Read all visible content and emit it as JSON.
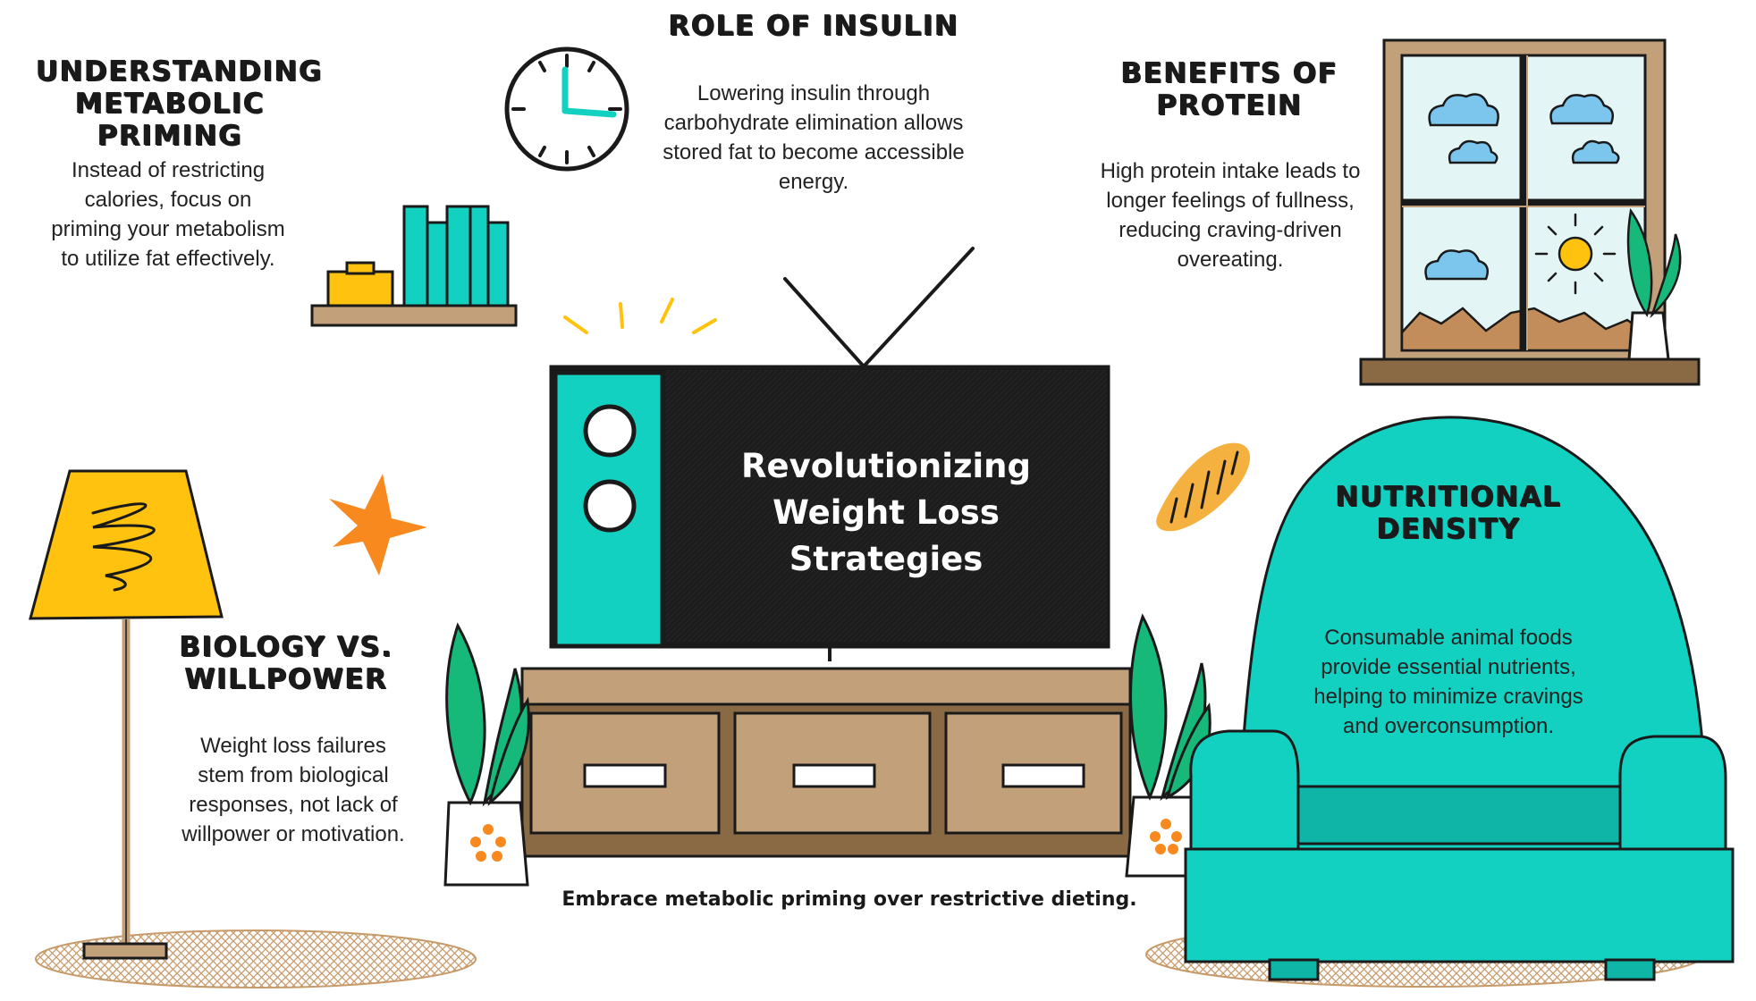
{
  "title": "Revolutionizing Weight Loss Strategies",
  "tagline": "Embrace metabolic priming over restrictive dieting.",
  "sections": {
    "metabolic_priming": {
      "heading": "UNDERSTANDING METABOLIC PRIMING",
      "body": "Instead of restricting calories, focus on priming your metabolism to utilize fat effectively."
    },
    "insulin": {
      "heading": "ROLE OF INSULIN",
      "body": "Lowering insulin through carbohydrate elimination allows stored fat to become accessible energy."
    },
    "protein": {
      "heading": "BENEFITS OF PROTEIN",
      "body": "High protein intake leads to longer feelings of fullness, reducing craving-driven overeating."
    },
    "biology": {
      "heading": "BIOLOGY VS. WILLPOWER",
      "body": "Weight loss failures stem from biological responses, not lack of willpower or motivation."
    },
    "density": {
      "heading": "NUTRITIONAL DENSITY",
      "body": "Consumable animal foods provide essential nutrients, helping to minimize cravings and overconsumption."
    }
  },
  "illustrations": [
    "clock-icon",
    "bookshelf",
    "window",
    "television",
    "tv-stand",
    "floor-lamp",
    "armchair",
    "potted-plant",
    "star-doodle",
    "bread-doodle",
    "rug"
  ],
  "colors": {
    "teal": "#12d1c1",
    "dark_teal": "#0fb5a7",
    "yellow": "#ffc20e",
    "orange": "#f7891f",
    "wood": "#c2a07a",
    "dark_wood": "#8a6a44",
    "screen": "#1b1b1b",
    "plant_green": "#17b97a",
    "sky": "#e4f5f5",
    "cloud": "#7cc6ee"
  }
}
